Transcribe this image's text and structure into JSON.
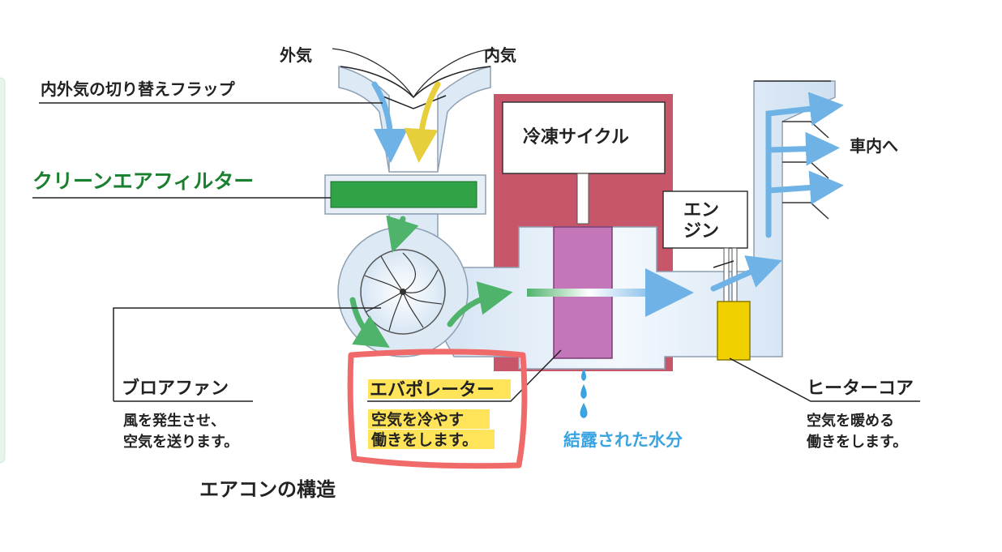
{
  "diagram": {
    "title": "エアコンの構造",
    "labels": {
      "outside_air": "外気",
      "inside_air": "内気",
      "flap": "内外気の切り替えフラップ",
      "filter": "クリーンエアフィルター",
      "refrigeration_cycle": "冷凍サイクル",
      "engine_line1": "エン",
      "engine_line2": "ジン",
      "to_cabin": "車内へ",
      "blower_fan": "ブロアファン",
      "blower_desc_1": "風を発生させ、",
      "blower_desc_2": "空気を送ります。",
      "evaporator": "エバポレーター",
      "evap_desc_1": "空気を冷やす",
      "evap_desc_2": "働きをします。",
      "condensation": "結露された水分",
      "heater_core": "ヒーターコア",
      "heater_desc_1": "空気を暖める",
      "heater_desc_2": "働きをします。"
    },
    "colors": {
      "duct_fill": "#dde9f5",
      "duct_stroke": "#8ea0b3",
      "filter": "#2fa346",
      "refrigeration": "#c8566a",
      "evaporator": "#c377b9",
      "heater_core": "#f1d000",
      "highlight": "#ffe45a",
      "annotation_box": "#f06a6a",
      "water": "#3aa3e0",
      "label_green": "#1a7f2e",
      "arrow_blue": "#6fb2e6",
      "arrow_yellow": "#e6cf3a",
      "arrow_green": "#4fb36b"
    }
  }
}
